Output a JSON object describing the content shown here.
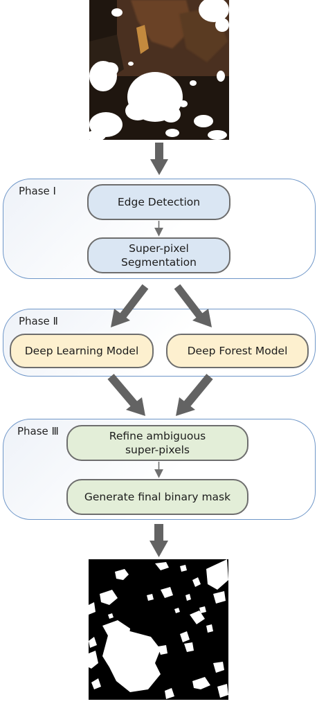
{
  "phases": [
    {
      "label": "Phase Ⅰ"
    },
    {
      "label": "Phase Ⅱ"
    },
    {
      "label": "Phase Ⅲ"
    }
  ],
  "steps": {
    "edge_detection": "Edge Detection",
    "superpixel_line1": "Super-pixel",
    "superpixel_line2": "Segmentation",
    "deep_learning": "Deep Learning Model",
    "deep_forest": "Deep Forest Model",
    "refine_line1": "Refine ambiguous",
    "refine_line2": "super-pixels",
    "generate_mask": "Generate final binary mask"
  },
  "colors": {
    "phase_border": "#6e96c8",
    "phase1_boxes": "#dae6f3",
    "phase2_boxes": "#fdf0cf",
    "phase3_boxes": "#e3eed8",
    "arrows": "#636363"
  }
}
